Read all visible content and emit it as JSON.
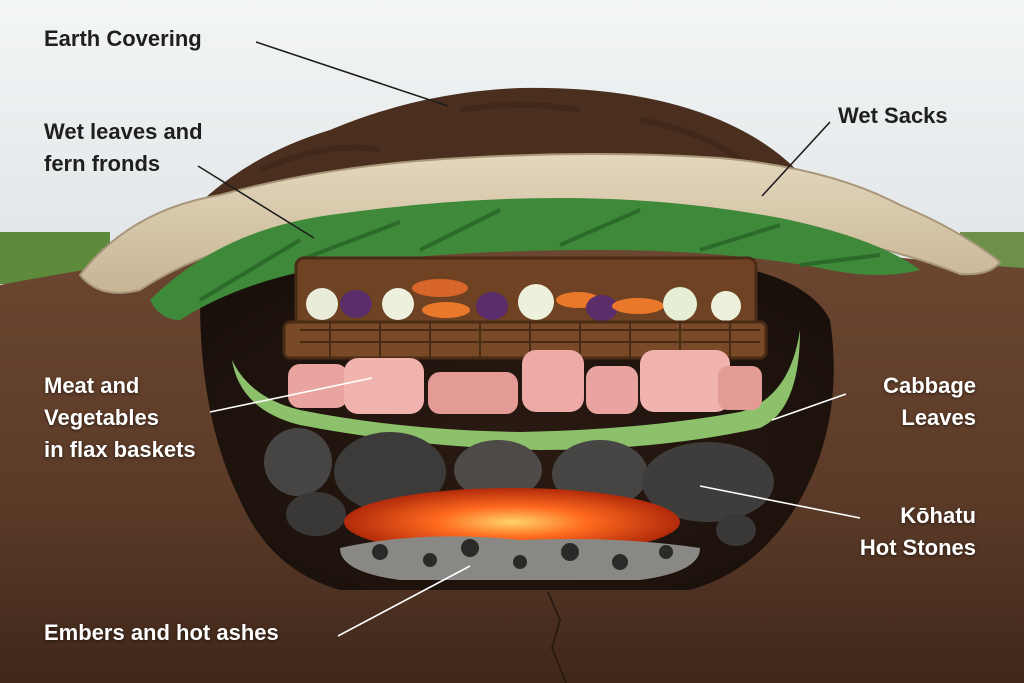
{
  "labels": {
    "earth_covering": [
      "Earth Covering"
    ],
    "wet_leaves": [
      "Wet leaves and",
      "fern fronds"
    ],
    "wet_sacks": [
      "Wet Sacks"
    ],
    "meat_vegetables": [
      "Meat and",
      "Vegetables",
      "in flax baskets"
    ],
    "cabbage_leaves": [
      "Cabbage",
      "Leaves"
    ],
    "kohatu_stones": [
      "Kōhatu",
      "Hot Stones"
    ],
    "embers": [
      "Embers and hot ashes"
    ]
  },
  "colors": {
    "sky": "#e9edf0",
    "soil_dark": "#4a2f1f",
    "soil_mid": "#6b4630",
    "sack": "#d9cbb0",
    "leaf": "#3f8a3a",
    "cabbage": "#8cc06a",
    "stone": "#474543",
    "ember": "#ff5a1a",
    "meat": "#e9a4a0",
    "basket": "#7a4a28"
  }
}
